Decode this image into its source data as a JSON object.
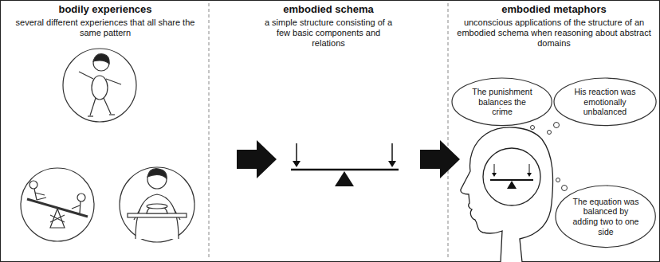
{
  "diagram": {
    "nodes": [
      {
        "text": [
          "The punishment balances the crime"
        ]
      },
      {
        "text": [
          "His reaction was emotionally unbalanced"
        ]
      },
      {
        "text": [
          "The equation was balanced by adding two to one side"
        ]
      }
    ],
    "labels": [
      "bodily experiences",
      "several different experiences that all share the same pattern",
      "embodied schema",
      "a simple structure consisting of a few basic components and relations",
      "embodied metaphors",
      "unconscious applications of the structure of an embodied schema when reasoning about abstract domains"
    ]
  }
}
